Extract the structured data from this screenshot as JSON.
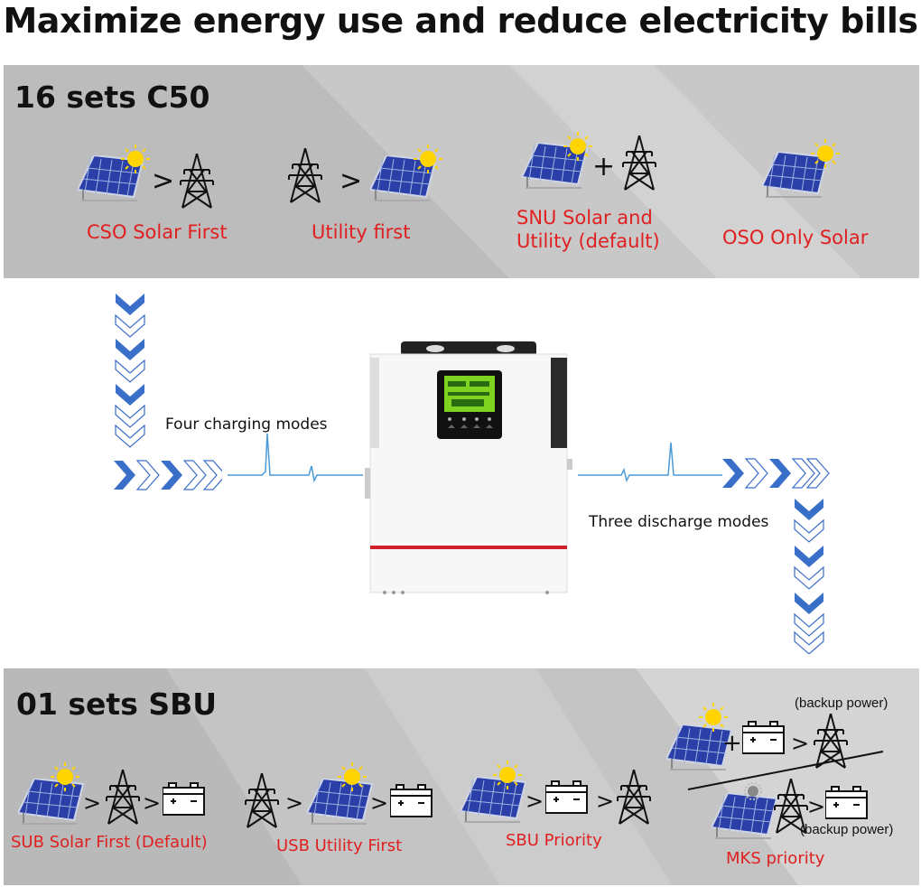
{
  "title": "Maximize energy use and reduce electricity bills",
  "colors": {
    "accent_red": "#e02020",
    "arrow_blue": "#3a6fc9",
    "band_gray": "#c4c4c4",
    "line_blue": "#4a9ad8"
  },
  "charging": {
    "heading": "16 sets C50",
    "modes": [
      {
        "label": "CSO Solar First"
      },
      {
        "label": "Utility first"
      },
      {
        "label_line1": "SNU Solar and",
        "label_line2": "Utility (default)"
      },
      {
        "label": "OSO Only Solar"
      }
    ],
    "flow_label": "Four charging modes"
  },
  "discharge": {
    "heading": "01 sets SBU",
    "flow_label": "Three discharge modes",
    "modes": [
      {
        "label": "SUB Solar First (Default)"
      },
      {
        "label": "USB Utility First"
      },
      {
        "label": "SBU Priority"
      },
      {
        "label": "MKS priority",
        "note": "(backup power)"
      }
    ]
  },
  "symbols": {
    "greater": ">",
    "plus": "+"
  }
}
